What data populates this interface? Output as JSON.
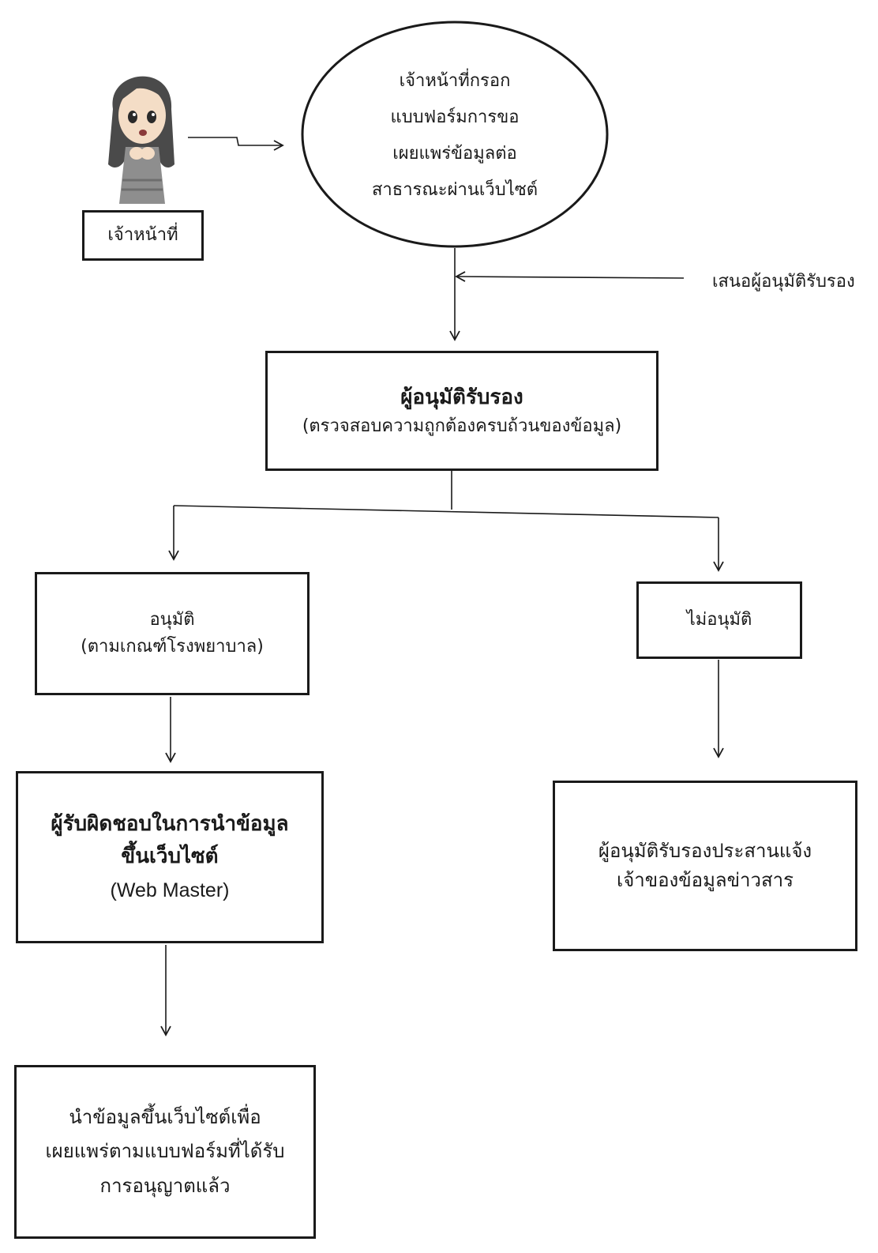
{
  "staff_label": "เจ้าหน้าที่",
  "fill_form": {
    "lines": [
      "เจ้าหน้าที่กรอก",
      "แบบฟอร์มการขอ",
      "เผยแพร่ข้อมูลต่อ",
      "สาธารณะผ่านเว็บไซต์"
    ]
  },
  "submit_note": "เสนอผู้อนุมัติรับรอง",
  "approver": {
    "title": "ผู้อนุมัติรับรอง",
    "subtitle": "(ตรวจสอบความถูกต้องครบถ้วนของข้อมูล)"
  },
  "approve": {
    "title": "อนุมัติ",
    "subtitle": "(ตามเกณฑ์โรงพยาบาล)"
  },
  "reject": {
    "title": "ไม่อนุมัติ"
  },
  "webmaster": {
    "lines": [
      "ผู้รับผิดชอบในการนำข้อมูล",
      "ขึ้นเว็บไซต์"
    ],
    "note": "(Web Master)"
  },
  "notify_owner": {
    "lines": [
      "ผู้อนุมัติรับรองประสานแจ้ง",
      "เจ้าของข้อมูลข่าวสาร"
    ]
  },
  "publish": {
    "lines": [
      "นำข้อมูลขึ้นเว็บไซต์เพื่อ",
      "เผยแพร่ตามแบบฟอร์มที่ได้รับ",
      "การอนุญาตแล้ว"
    ]
  },
  "colors": {
    "ink": "#1a1a1a",
    "skin": "#f4ddc6",
    "hair": "#4a4a4a",
    "clothes": "#8e8e8e"
  },
  "icons": {
    "staff": "cartoon-woman-icon"
  }
}
